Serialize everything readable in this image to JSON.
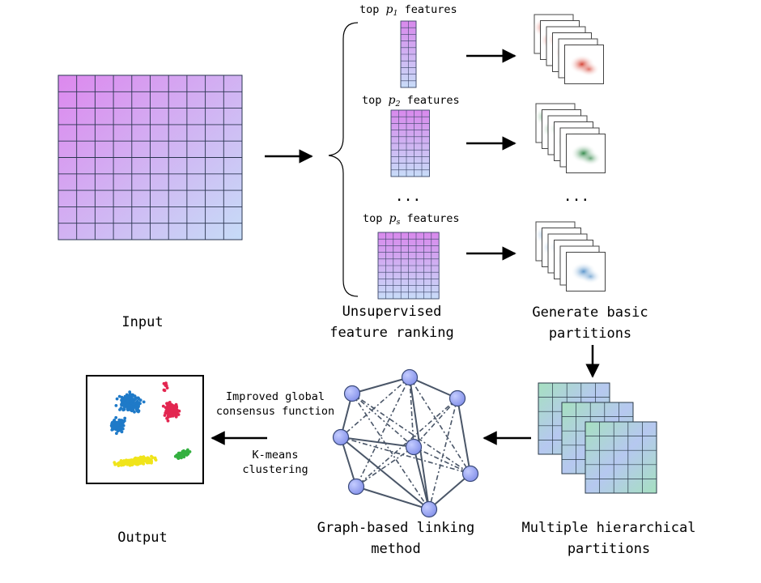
{
  "input_label": "Input",
  "ranking_label_line1": "Unsupervised",
  "ranking_label_line2": "feature ranking",
  "partitions_label_line1": "Generate basic",
  "partitions_label_line2": "partitions",
  "hier_label_line1": "Multiple hierarchical",
  "hier_label_line2": "partitions",
  "graph_label_line1": "Graph-based linking",
  "graph_label_line2": "method",
  "output_label": "Output",
  "features": [
    {
      "prefix": "top ",
      "var": "p",
      "sub": "1",
      "suffix": " features"
    },
    {
      "prefix": "top ",
      "var": "p",
      "sub": "2",
      "suffix": " features"
    },
    {
      "prefix": "top ",
      "var": "p",
      "sub": "s",
      "suffix": " features"
    }
  ],
  "ellipsis": "...",
  "consensus_line1": "Improved global",
  "consensus_line2": "consensus function",
  "kmeans_line1": "K-means",
  "kmeans_line2": "clustering",
  "colors": {
    "grid_start": "#dd88ee",
    "grid_end": "#c8dcf8",
    "red_partition": "#e0402a",
    "green_partition": "#1f8a3a",
    "blue_partition": "#3d84c0",
    "node_fill": "#9aa6f0",
    "edge": "#4a5668",
    "cluster_blue": "#1f7ac8",
    "cluster_red": "#e32650",
    "cluster_yellow": "#f0e41a",
    "cluster_green": "#34b040"
  }
}
